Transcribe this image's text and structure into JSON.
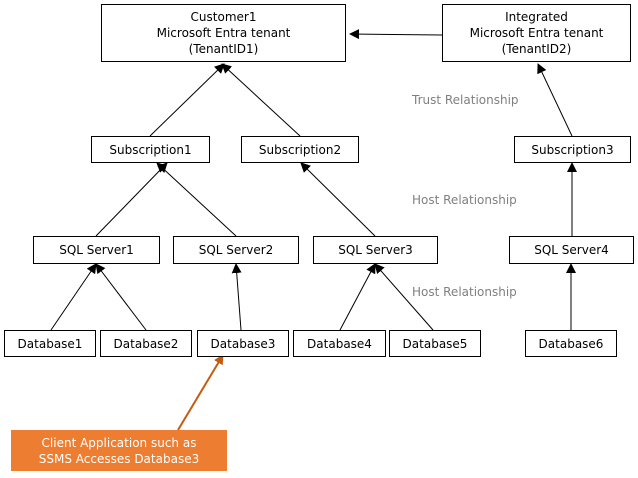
{
  "tenants": {
    "customer": {
      "line1": "Customer1",
      "line2": "Microsoft Entra tenant",
      "line3": "(TenantID1)"
    },
    "integrated": {
      "line1": "Integrated",
      "line2": "Microsoft Entra tenant",
      "line3": "(TenantID2)"
    }
  },
  "subscriptions": {
    "sub1": "Subscription1",
    "sub2": "Subscription2",
    "sub3": "Subscription3"
  },
  "servers": {
    "s1": "SQL Server1",
    "s2": "SQL Server2",
    "s3": "SQL Server3",
    "s4": "SQL Server4"
  },
  "databases": {
    "db1": "Database1",
    "db2": "Database2",
    "db3": "Database3",
    "db4": "Database4",
    "db5": "Database5",
    "db6": "Database6"
  },
  "relationships": {
    "trust": "Trust Relationship",
    "host_top": "Host Relationship",
    "host_bottom": "Host Relationship"
  },
  "callout": {
    "line1": "Client Application  such as",
    "line2": "SSMS Accesses Database3"
  },
  "colors": {
    "callout_fill": "#ed7d31",
    "callout_arrow": "#c55a11",
    "relationship_text": "#808080"
  }
}
